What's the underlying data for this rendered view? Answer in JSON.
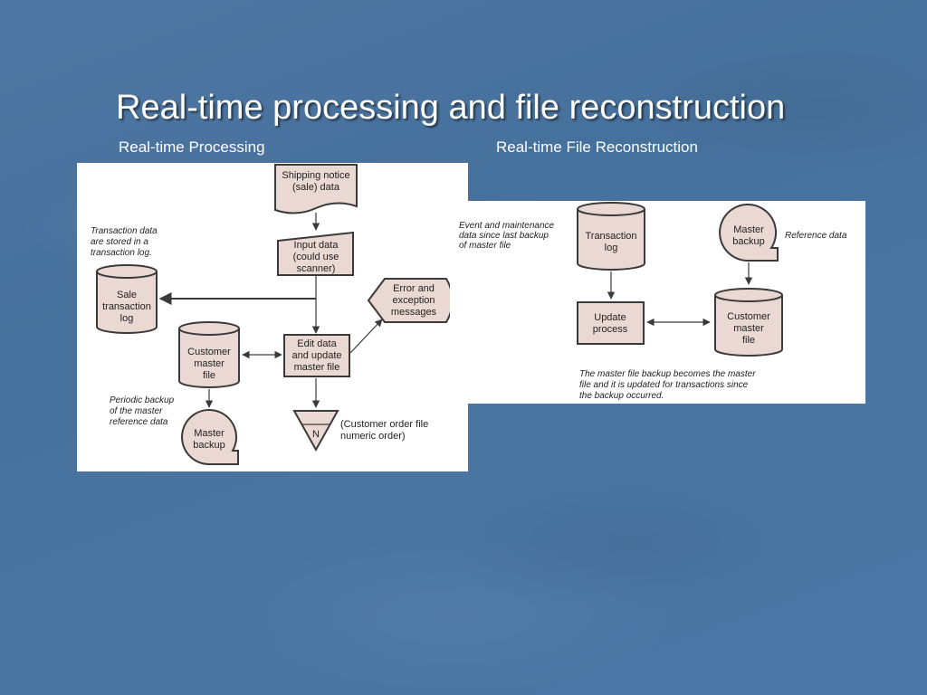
{
  "slide": {
    "title": "Real-time processing and file reconstruction",
    "caption_left": "Real-time Processing",
    "caption_right": "Real-time File Reconstruction"
  },
  "colors": {
    "background": "#4a74a1",
    "shape_fill": "#ead8d3",
    "panel": "#ffffff",
    "text_white": "#ffffff"
  },
  "left_diagram": {
    "shipping_notice": [
      "Shipping notice",
      "(sale) data"
    ],
    "input_data": [
      "Input data",
      "(could use",
      "scanner)"
    ],
    "note_transaction": [
      "Transaction data",
      "are stored in a",
      "transaction log."
    ],
    "sale_log": [
      "Sale",
      "transaction",
      "log"
    ],
    "error_messages": [
      "Error and",
      "exception",
      "messages"
    ],
    "customer_master": [
      "Customer",
      "master",
      "file"
    ],
    "edit_update": [
      "Edit data",
      "and update",
      "master file"
    ],
    "note_backup": [
      "Periodic backup",
      "of the master",
      "reference data"
    ],
    "master_backup": [
      "Master",
      "backup"
    ],
    "offline_label": "N",
    "customer_order_note": [
      "(Customer order file",
      "numeric order)"
    ]
  },
  "right_diagram": {
    "note_event": [
      "Event and maintenance",
      "data since last backup",
      "of master file"
    ],
    "transaction_log": [
      "Transaction",
      "log"
    ],
    "master_backup": [
      "Master",
      "backup"
    ],
    "reference_data": "Reference data",
    "update_process": [
      "Update",
      "process"
    ],
    "customer_master": [
      "Customer",
      "master",
      "file"
    ],
    "note_bottom": [
      "The master file backup becomes the master",
      "file and it is updated for transactions since",
      "the backup occurred."
    ]
  }
}
